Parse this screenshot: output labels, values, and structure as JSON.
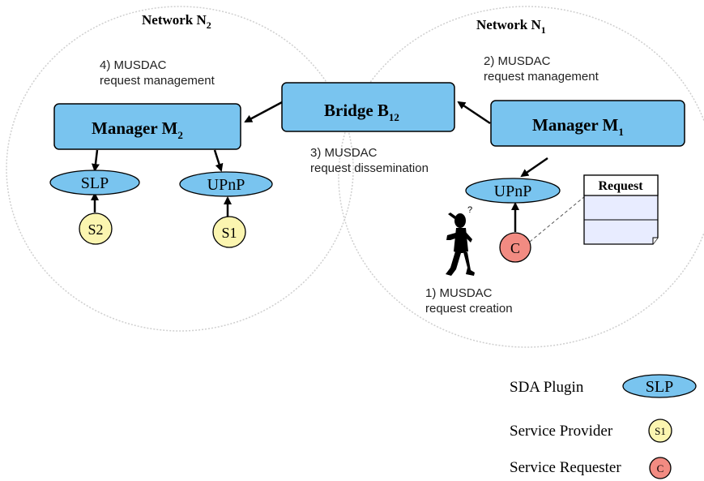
{
  "networks": {
    "n2": {
      "title": "Network N",
      "sub": "2"
    },
    "n1": {
      "title": "Network N",
      "sub": "1"
    }
  },
  "steps": {
    "s1": {
      "line1": "1) MUSDAC",
      "line2": "request creation"
    },
    "s2": {
      "line1": "2) MUSDAC",
      "line2": "request management"
    },
    "s3": {
      "line1": "3) MUSDAC",
      "line2": "request dissemination"
    },
    "s4": {
      "line1": "4) MUSDAC",
      "line2": "request management"
    }
  },
  "nodes": {
    "manager_m2": {
      "label": "Manager M",
      "sub": "2"
    },
    "manager_m1": {
      "label": "Manager M",
      "sub": "1"
    },
    "bridge": {
      "label": "Bridge B",
      "sub": "12"
    },
    "slp_n2": "SLP",
    "upnp_n2": "UPnP",
    "upnp_n1": "UPnP",
    "s2": "S2",
    "s1": "S1",
    "c": "C"
  },
  "request_doc": {
    "title": "Request"
  },
  "legend": {
    "sda_plugin": {
      "label": "SDA Plugin",
      "sample": "SLP"
    },
    "service_provider": {
      "label": "Service Provider",
      "sample": "S1"
    },
    "service_requester": {
      "label": "Service Requester",
      "sample": "C"
    }
  },
  "colors": {
    "box_fill": "#79c4ef",
    "plugin_fill": "#79c4ef",
    "provider_fill": "#fbf5b0",
    "requester_fill": "#f28b82",
    "doc_fill": "#e8ecff"
  }
}
